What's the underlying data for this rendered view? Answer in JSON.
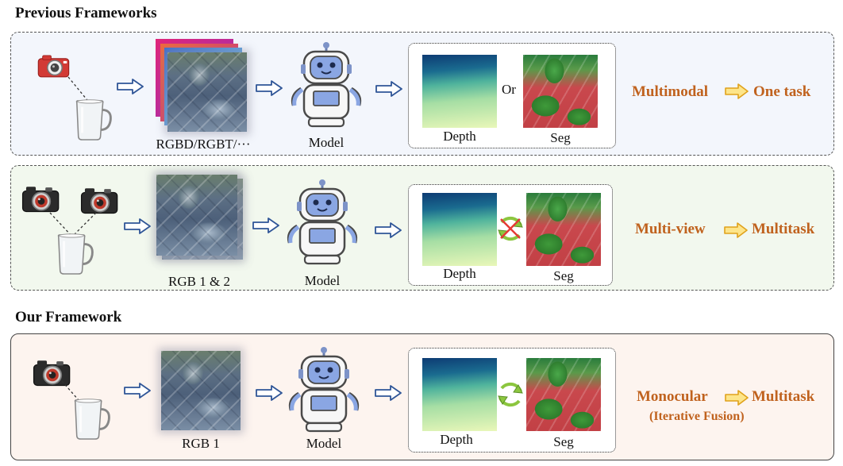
{
  "headings": {
    "previous": "Previous Frameworks",
    "ours": "Our Framework"
  },
  "rows": [
    {
      "input_label": "RGBD/RGBT/···",
      "model_label": "Model",
      "connector": "Or",
      "depth_label": "Depth",
      "seg_label": "Seg",
      "summary_from": "Multimodal",
      "summary_to": "One task"
    },
    {
      "input_label": "RGB 1 & 2",
      "model_label": "Model",
      "depth_label": "Depth",
      "seg_label": "Seg",
      "summary_from": "Multi-view",
      "summary_to": "Multitask"
    },
    {
      "input_label": "RGB 1",
      "model_label": "Model",
      "depth_label": "Depth",
      "seg_label": "Seg",
      "summary_from": "Monocular",
      "summary_to": "Multitask",
      "summary_note": "(Iterative Fusion)"
    }
  ],
  "icons": [
    "camera-icon",
    "mug-icon",
    "robot-icon",
    "flow-arrow-icon",
    "cycle-icon",
    "cross-icon",
    "highlight-arrow-icon"
  ],
  "colors": {
    "accent_text": "#c0621e",
    "arrow_fill": "#fde58a",
    "arrow_stroke": "#e0a21b",
    "flow_arrow": "#2f5597",
    "cycle_green": "#8cc63f"
  }
}
